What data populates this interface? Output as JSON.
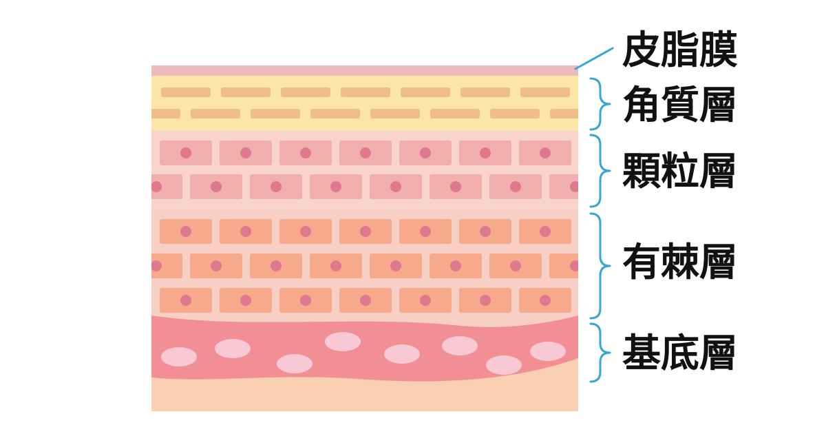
{
  "diagram": {
    "title": "",
    "colors": {
      "sebum": "#ecbcbc",
      "corneum_bg": "#fbe6a8",
      "corneum_cell": "#efbd8a",
      "granular_bg": "#f8d4cc",
      "granular_cell": "#f0afad",
      "spinous_bg": "#f7cfc4",
      "spinous_cell": "#f7a98c",
      "nucleus": "#e07890",
      "basal": "#f28f94",
      "basal_cell": "#f8c8d4",
      "dermis": "#fbd0b2",
      "bracket": "#36a6d2",
      "label_text": "#111111"
    },
    "layers": [
      {
        "id": "sebum",
        "label": "皮脂膜",
        "connector": "line"
      },
      {
        "id": "corneum",
        "label": "角質層",
        "connector": "brace"
      },
      {
        "id": "granular",
        "label": "顆粒層",
        "connector": "brace"
      },
      {
        "id": "spinous",
        "label": "有棘層",
        "connector": "brace"
      },
      {
        "id": "basal",
        "label": "基底層",
        "connector": "brace"
      }
    ]
  }
}
